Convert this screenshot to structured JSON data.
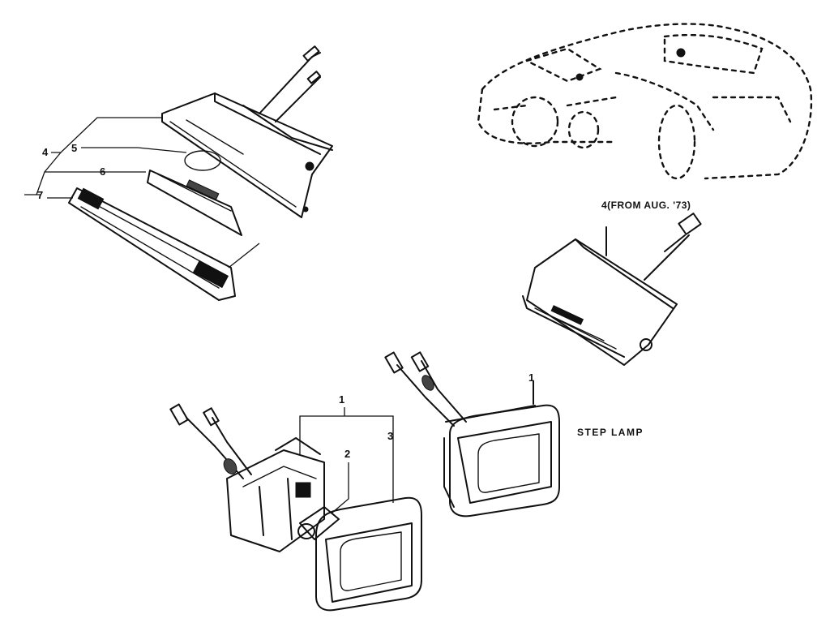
{
  "labels": {
    "callout_1_main": "1",
    "callout_1_step": "1",
    "callout_2": "2",
    "callout_3": "3",
    "callout_4": "4",
    "callout_5": "5",
    "callout_6": "6",
    "callout_7": "7",
    "license_lamp_note": "4(FROM AUG. '73)",
    "step_lamp_title": "STEP LAMP"
  },
  "icons": [
    "car-silhouette-icon",
    "license-plate-lamp-icon",
    "step-lamp-icon"
  ]
}
